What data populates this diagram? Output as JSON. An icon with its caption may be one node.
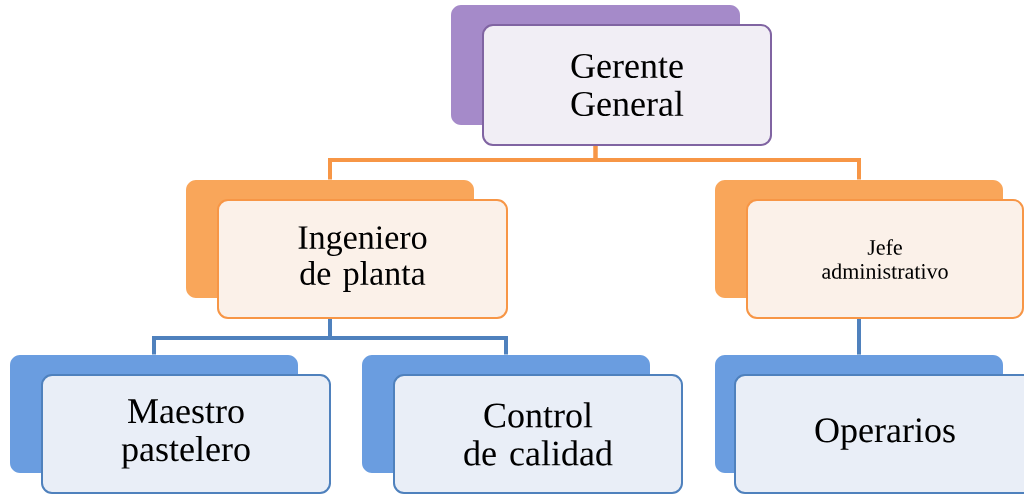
{
  "diagram": {
    "nodes": [
      {
        "text": [
          "Gerente General"
        ]
      },
      {
        "text": [
          "Ingeniero de planta"
        ]
      },
      {
        "text": [
          "Jefe administrativo"
        ]
      },
      {
        "text": [
          "Maestro pastelero"
        ]
      },
      {
        "text": [
          "Control de calidad"
        ]
      },
      {
        "text": [
          "Operarios"
        ]
      }
    ],
    "edges": [
      {
        "from": 0,
        "to": 1,
        "arrow": "none",
        "color": "#f79646"
      },
      {
        "from": 0,
        "to": 2,
        "arrow": "none",
        "color": "#f79646"
      },
      {
        "from": 1,
        "to": 3,
        "arrow": "none"
      },
      {
        "from": 1,
        "to": 4,
        "arrow": "none"
      },
      {
        "from": 2,
        "to": 5,
        "arrow": "none"
      }
    ]
  }
}
